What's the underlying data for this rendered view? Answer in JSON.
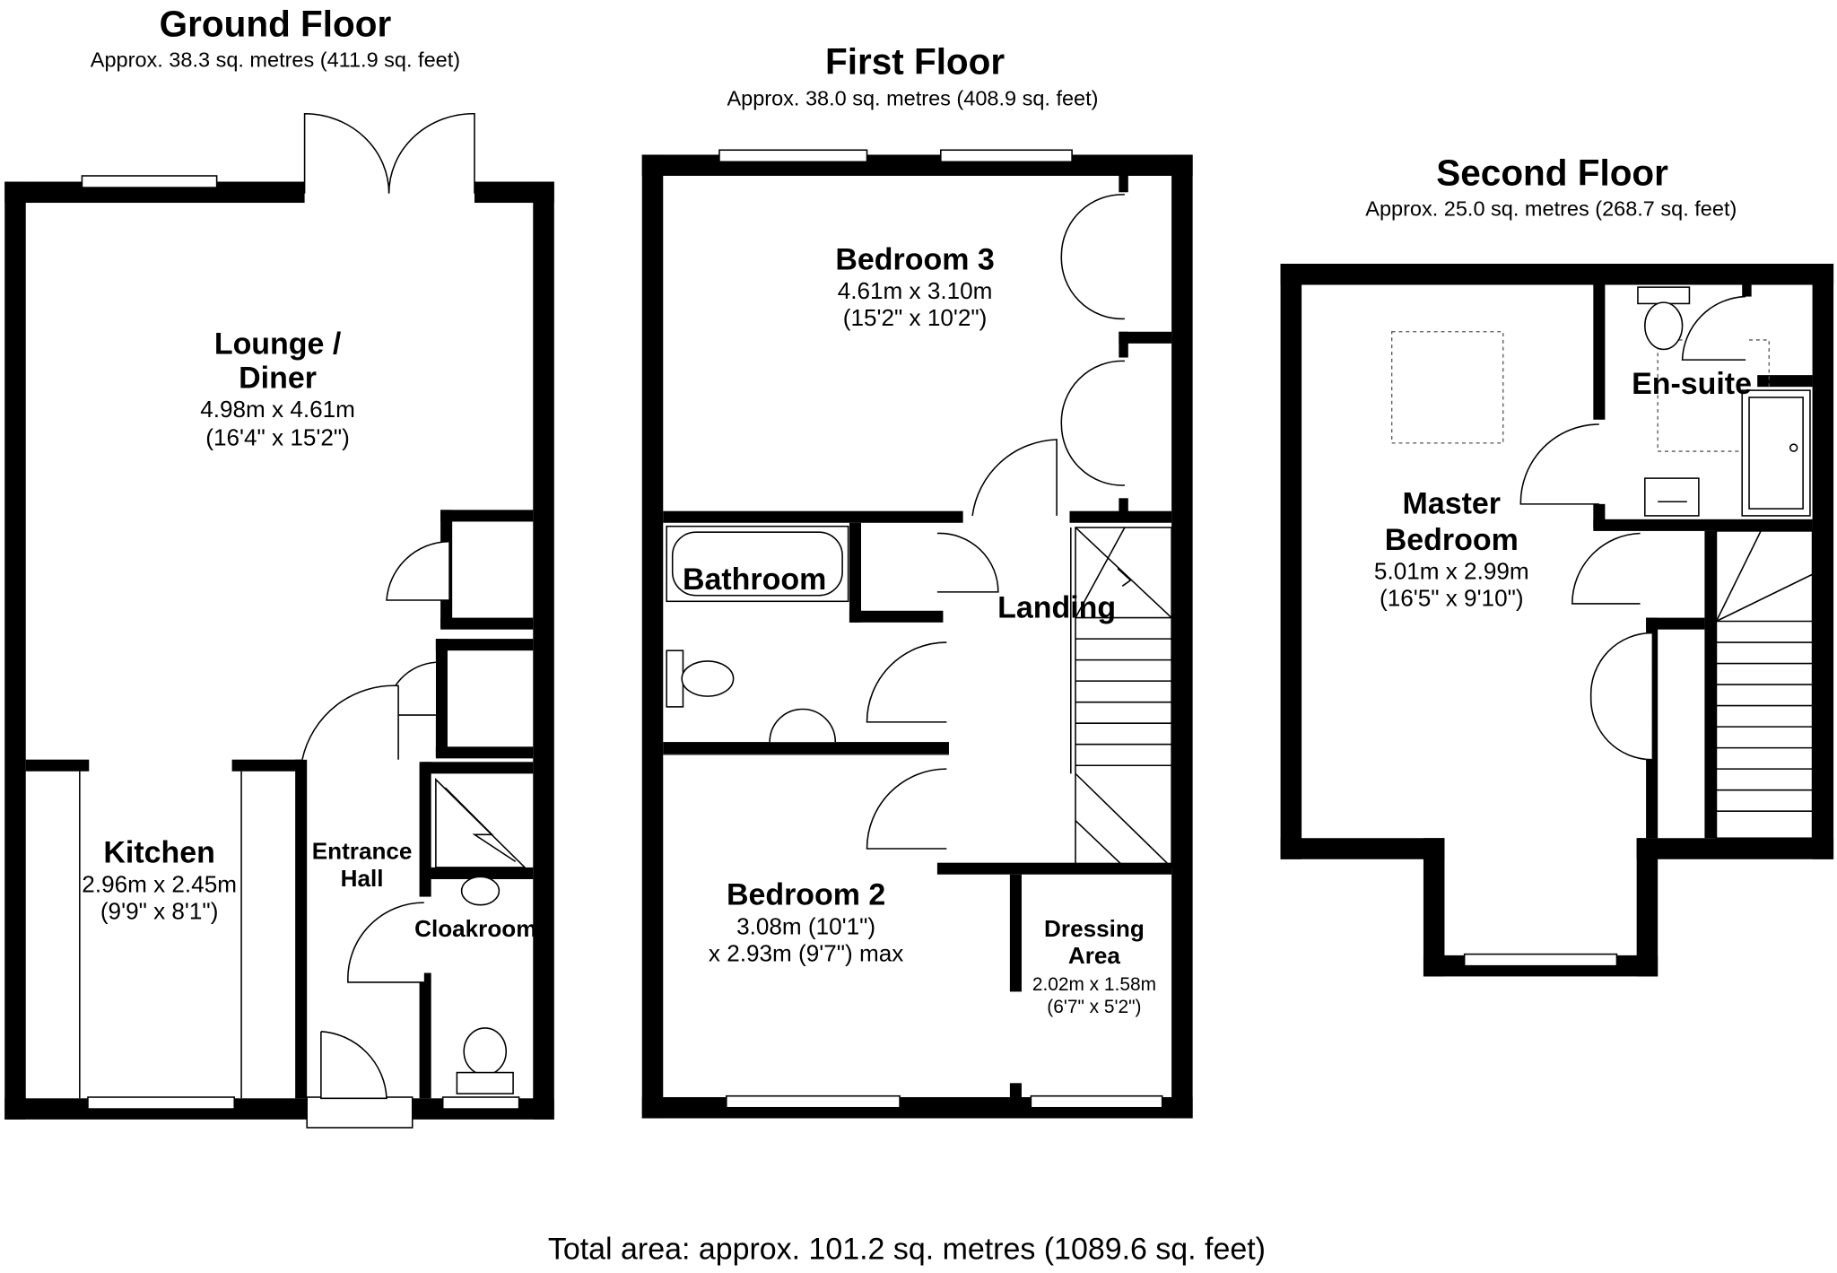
{
  "floors": {
    "ground": {
      "title": "Ground Floor",
      "area": "Approx. 38.3 sq. metres (411.9 sq. feet)",
      "rooms": {
        "lounge": {
          "name_line1": "Lounge /",
          "name_line2": "Diner",
          "dim_m": "4.98m x 4.61m",
          "dim_ft": "(16'4\" x 15'2\")"
        },
        "kitchen": {
          "name": "Kitchen",
          "dim_m": "2.96m x 2.45m",
          "dim_ft": "(9'9\" x 8'1\")"
        },
        "hall": {
          "name_line1": "Entrance",
          "name_line2": "Hall"
        },
        "cloakroom": {
          "name": "Cloakroom"
        }
      }
    },
    "first": {
      "title": "First Floor",
      "area": "Approx. 38.0 sq. metres (408.9 sq. feet)",
      "rooms": {
        "bedroom3": {
          "name": "Bedroom 3",
          "dim_m": "4.61m x 3.10m",
          "dim_ft": "(15'2\" x 10'2\")"
        },
        "bathroom": {
          "name": "Bathroom"
        },
        "landing": {
          "name": "Landing"
        },
        "bedroom2": {
          "name": "Bedroom 2",
          "dim_line1": "3.08m (10'1\")",
          "dim_line2": "x 2.93m (9'7\") max"
        },
        "dressing": {
          "name_line1": "Dressing",
          "name_line2": "Area",
          "dim_m": "2.02m x 1.58m",
          "dim_ft": "(6'7\" x 5'2\")"
        }
      }
    },
    "second": {
      "title": "Second Floor",
      "area": "Approx. 25.0 sq. metres (268.7 sq. feet)",
      "rooms": {
        "ensuite": {
          "name": "En-suite"
        },
        "master": {
          "name_line1": "Master",
          "name_line2": "Bedroom",
          "dim_m": "5.01m x 2.99m",
          "dim_ft": "(16'5\" x 9'10\")"
        }
      }
    }
  },
  "total_area": "Total area: approx. 101.2 sq. metres (1089.6 sq. feet)"
}
